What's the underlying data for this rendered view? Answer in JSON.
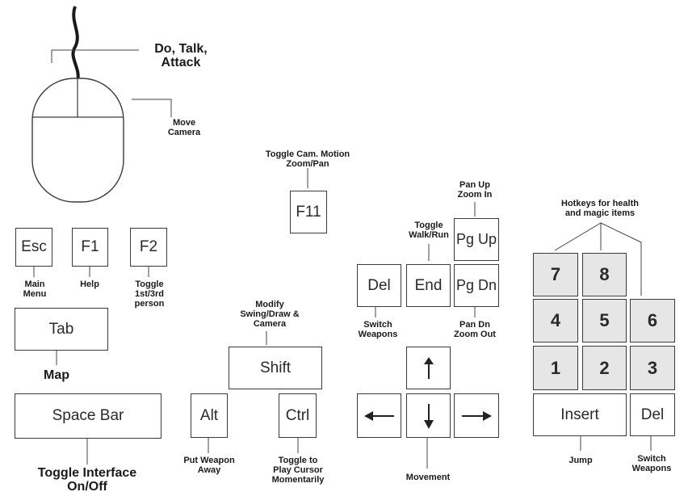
{
  "mouse": {
    "left_button_label": "Do, Talk,\nAttack",
    "move_label": "Move\nCamera"
  },
  "keys": {
    "esc": "Esc",
    "f1": "F1",
    "f2": "F2",
    "tab": "Tab",
    "space": "Space Bar",
    "f11": "F11",
    "shift": "Shift",
    "alt": "Alt",
    "ctrl": "Ctrl",
    "del": "Del",
    "end": "End",
    "pgup": "Pg Up",
    "pgdn": "Pg Dn",
    "n7": "7",
    "n8": "8",
    "n4": "4",
    "n5": "5",
    "n6": "6",
    "n1": "1",
    "n2": "2",
    "n3": "3",
    "insert": "Insert",
    "del2": "Del"
  },
  "labels": {
    "esc": "Main\nMenu",
    "f1": "Help",
    "f2": "Toggle\n1st/3rd\nperson",
    "tab": "Map",
    "space": "Toggle Interface\nOn/Off",
    "f11": "Toggle Cam. Motion\nZoom/Pan",
    "shift": "Modify\nSwing/Draw &\nCamera",
    "alt": "Put Weapon\nAway",
    "ctrl": "Toggle to\nPlay Cursor\nMomentarily",
    "del": "Switch\nWeapons",
    "end": "Toggle\nWalk/Run",
    "pgup": "Pan Up\nZoom In",
    "pgdn": "Pan Dn\nZoom Out",
    "arrows": "Movement",
    "hotkeys": "Hotkeys for health\nand magic items",
    "insert": "Jump",
    "del2": "Switch\nWeapons"
  },
  "icons": {
    "up": "arrow-up-icon",
    "down": "arrow-down-icon",
    "left": "arrow-left-icon",
    "right": "arrow-right-icon"
  }
}
